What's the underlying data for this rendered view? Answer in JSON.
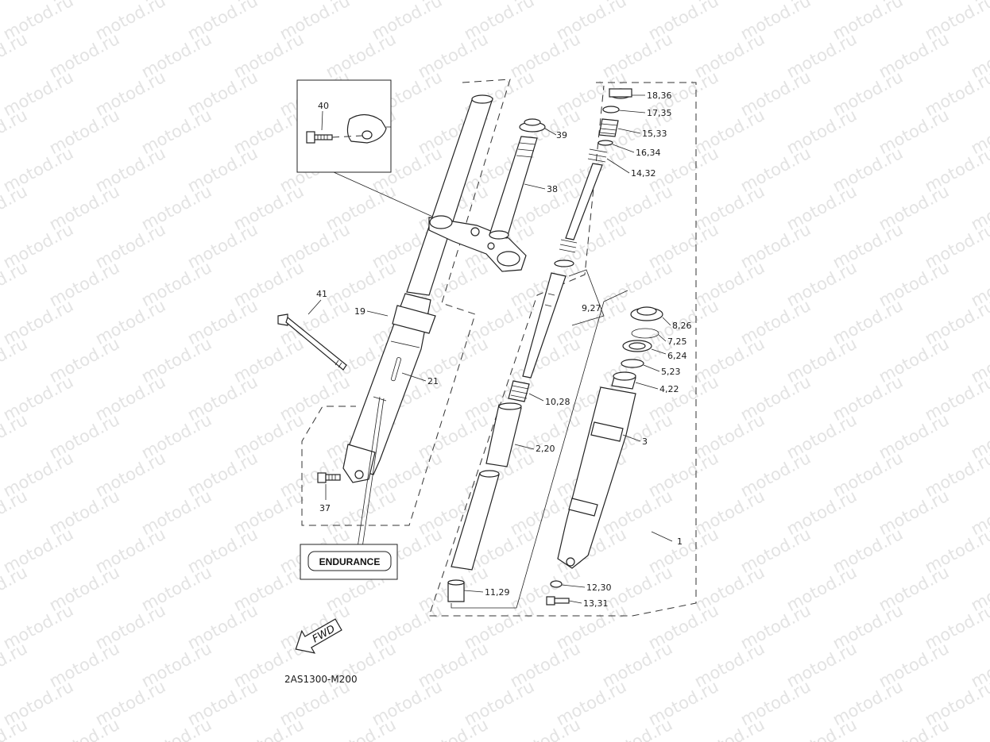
{
  "watermark": "motod.ru",
  "diagram_code": "2AS1300-M200",
  "endurance_label": "ENDURANCE",
  "fwd_label": "FWD",
  "callouts": {
    "c40": "40",
    "c41": "41",
    "c19": "19",
    "c21": "21",
    "c37": "37",
    "c39": "39",
    "c38": "38",
    "c18_36": "18,36",
    "c17_35": "17,35",
    "c15_33": "15,33",
    "c16_34": "16,34",
    "c14_32": "14,32",
    "c9_27": "9,27",
    "c8_26": "8,26",
    "c7_25": "7,25",
    "c6_24": "6,24",
    "c5_23": "5,23",
    "c4_22": "4,22",
    "c10_28": "10,28",
    "c3": "3",
    "c2_20": "2,20",
    "c1": "1",
    "c11_29": "11,29",
    "c12_30": "12,30",
    "c13_31": "13,31"
  }
}
